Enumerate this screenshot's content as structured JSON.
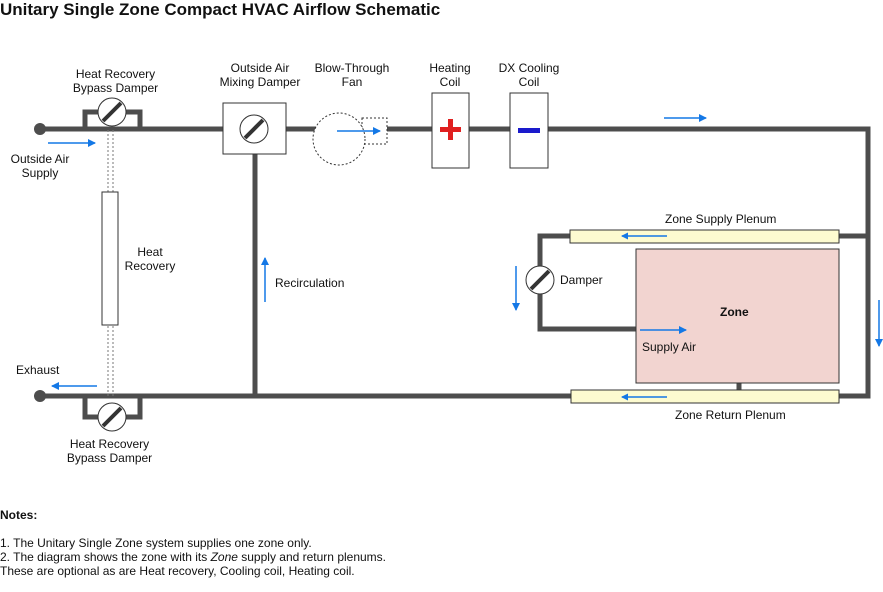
{
  "title": "Unitary Single Zone Compact HVAC Airflow Schematic",
  "labels": {
    "hr_bypass_top": "Heat Recovery\nBypass Damper",
    "hr_bypass_bottom": "Heat Recovery\nBypass Damper",
    "oa_mixing": "Outside Air\nMixing Damper",
    "fan": "Blow-Through\nFan",
    "heating_coil": "Heating\nCoil",
    "dx_cooling": "DX Cooling\nCoil",
    "oa_supply": "Outside Air\nSupply",
    "heat_recovery": "Heat\nRecovery",
    "recirculation": "Recirculation",
    "exhaust": "Exhaust",
    "zone_supply_plenum": "Zone Supply Plenum",
    "zone_return_plenum": "Zone Return Plenum",
    "damper": "Damper",
    "zone": "Zone",
    "supply_air": "Supply Air"
  },
  "notes": {
    "heading": "Notes:",
    "line1": "1. The Unitary Single Zone system supplies one zone only.",
    "line2_pre": "2. The diagram shows the zone with its ",
    "line2_em": "Zone",
    "line2_post": " supply and return plenums. These are optional as are Heat recovery, Cooling coil, Heating coil."
  },
  "colors": {
    "duct": "#4d4d4d",
    "arrow": "#1478e6",
    "heating": "#e02020",
    "cooling": "#1a1acc",
    "plenum_fill": "#fdfbd0",
    "zone_fill": "#f2d4d0"
  },
  "icons": [
    "damper-icon",
    "fan-icon",
    "plus-icon",
    "minus-icon",
    "flow-arrow-icon"
  ]
}
